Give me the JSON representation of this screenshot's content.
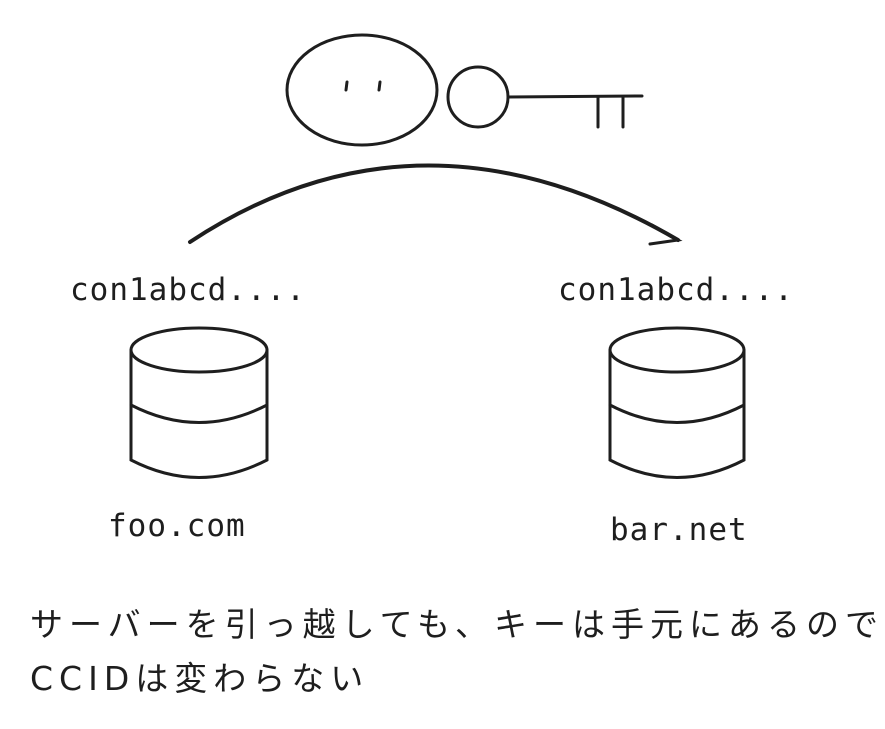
{
  "diagram": {
    "source_id_label": "con1abcd....",
    "target_id_label": "con1abcd....",
    "source_server": "foo.com",
    "target_server": "bar.net",
    "caption_line1": "サーバーを引っ越しても、キーは手元にあるので",
    "caption_line2": "CCIDは変わらない"
  },
  "colors": {
    "stroke": "#1e1e1e",
    "background": "#ffffff"
  }
}
